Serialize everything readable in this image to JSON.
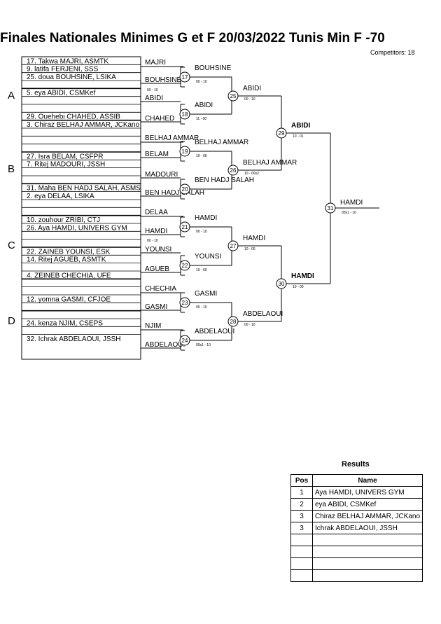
{
  "header": {
    "title": "Finales Nationales Minimes G et F  20/03/2022  Tunis   Min F -70",
    "competitors": "Competitors: 18"
  },
  "pools": [
    "A",
    "B",
    "C",
    "D"
  ],
  "entries": [
    "17. Takwa MAJRI, ASMTK",
    "9. latifa FERJENI, SSS",
    "25. doua BOUHSINE, LSIKA",
    "5. eya ABIDI, CSMKef",
    "29. Ouehebi CHAHED, ASSIB",
    "3. Chiraz BELHAJ AMMAR, JCKano",
    "27. Isra BELAM, CSFPR",
    "7. Ritej MADOURI, JSSH",
    "31. Maha BEN HADJ SALAH, ASMS",
    "2. eya DELAA, LSIKA",
    "10. zouhour ZRIBI, CTJ",
    "26. Aya HAMDI, UNIVERS GYM",
    "22. ZAINEB YOUNSI, ESK",
    "14. Ritej AGUEB, ASMTK",
    "4. ZEINEB CHECHIA, UFE",
    "12. yomna GASMI, CFJOE",
    "24. kenza NJIM, CSEPS",
    "32. Ichrak ABDELAOUI, JSSH"
  ],
  "repechage": [
    "MAJRI",
    "BELHAJ AMMAR",
    "DELAA",
    "CHECHIA",
    "NJIM"
  ],
  "round1": [
    {
      "num": "17",
      "top": "BOUHSINE",
      "bottom": "",
      "winner": "BOUHSINE",
      "score": "00 - 10"
    },
    {
      "num": "18",
      "top": "ABIDI",
      "bottom": "CHAHED",
      "winner": "ABIDI",
      "score": "11 - 00"
    },
    {
      "num": "19",
      "top": "",
      "bottom": "BELAM",
      "winner": "BELHAJ AMMAR",
      "score": "10 - 00"
    },
    {
      "num": "20",
      "top": "MADOURI",
      "bottom": "BEN HADJ SALAH",
      "winner": "BEN HADJ SALAH",
      "score": ""
    },
    {
      "num": "21",
      "top": "",
      "bottom": "HAMDI",
      "winner": "HAMDI",
      "score": "00 - 10"
    },
    {
      "num": "22",
      "top": "YOUNSI",
      "bottom": "AGUEB",
      "winner": "YOUNSI",
      "score": "10 - 00"
    },
    {
      "num": "23",
      "top": "",
      "bottom": "GASMI",
      "winner": "GASMI",
      "score": "00 - 10"
    },
    {
      "num": "24",
      "top": "",
      "bottom": "ABDELAOUI",
      "winner": "ABDELAOUI",
      "score": "00s1 - 10"
    }
  ],
  "round2": [
    {
      "num": "25",
      "winner": "ABIDI",
      "score": "00 - 10"
    },
    {
      "num": "26",
      "winner": "BELHAJ AMMAR",
      "score": "10 - 00s2"
    },
    {
      "num": "27",
      "winner": "HAMDI",
      "score": "10 - 00"
    },
    {
      "num": "28",
      "winner": "ABDELAOUI",
      "score": "00 - 10"
    }
  ],
  "semis": [
    {
      "num": "29",
      "winner": "ABIDI",
      "score": "10 - 01"
    },
    {
      "num": "30",
      "winner": "HAMDI",
      "score": "10 - 00"
    }
  ],
  "final": {
    "num": "31",
    "winner": "HAMDI",
    "score": "00s1 - 10"
  },
  "match1_extra_score": "00 - 10",
  "match21_extra_score": "00 - 10",
  "results": {
    "title": "Results",
    "col_pos": "Pos",
    "col_name": "Name",
    "rows": [
      {
        "pos": "1",
        "name": "Aya HAMDI, UNIVERS GYM"
      },
      {
        "pos": "2",
        "name": "eya ABIDI, CSMKef"
      },
      {
        "pos": "3",
        "name": "Chiraz BELHAJ AMMAR, JCKano"
      },
      {
        "pos": "3",
        "name": "Ichrak ABDELAOUI, JSSH"
      },
      {
        "pos": "",
        "name": ""
      },
      {
        "pos": "",
        "name": ""
      },
      {
        "pos": "",
        "name": ""
      },
      {
        "pos": "",
        "name": ""
      }
    ]
  }
}
